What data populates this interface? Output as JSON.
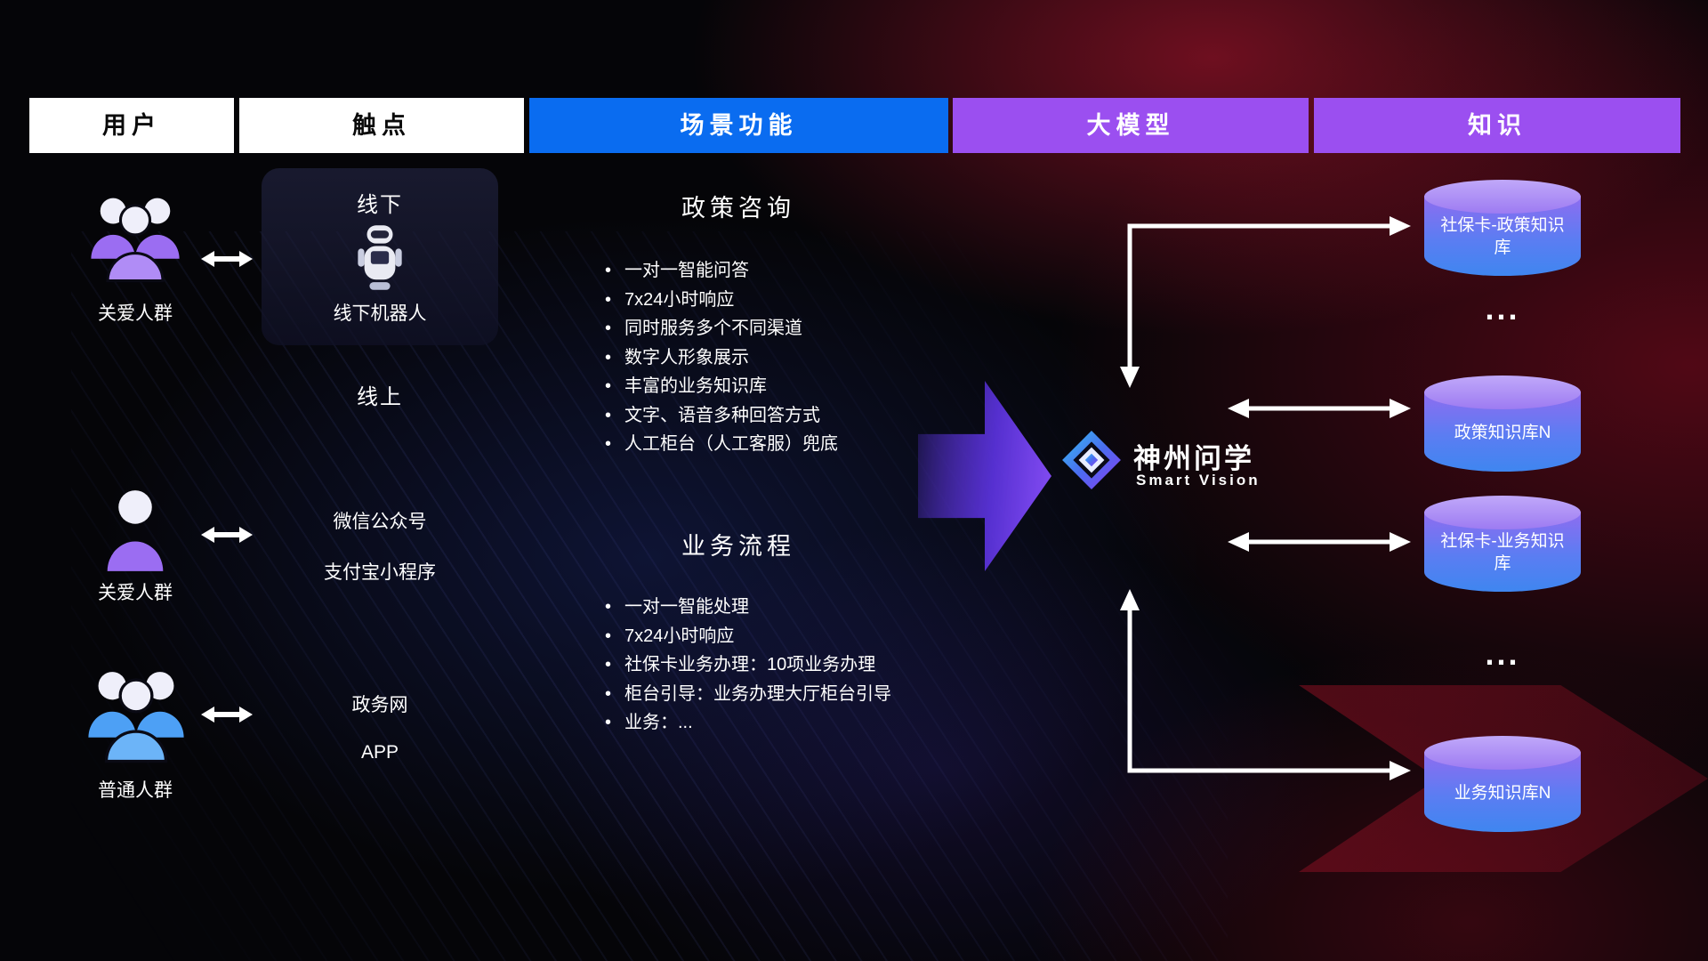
{
  "header": {
    "columns": [
      {
        "label": "用户"
      },
      {
        "label": "触点"
      },
      {
        "label": "场景功能"
      },
      {
        "label": "大模型"
      },
      {
        "label": "知识"
      }
    ]
  },
  "users": [
    {
      "label": "关爱人群"
    },
    {
      "label": "关爱人群"
    },
    {
      "label": "普通人群"
    }
  ],
  "touchpoints": {
    "offline_title": "线下",
    "offline_device": "线下机器人",
    "online_title": "线上",
    "wechat": "微信公众号",
    "alipay": "支付宝小程序",
    "gov_web": "政务网",
    "app": "APP"
  },
  "scenarios": [
    {
      "title": "政策咨询",
      "items": [
        "一对一智能问答",
        "7x24小时响应",
        "同时服务多个不同渠道",
        "数字人形象展示",
        "丰富的业务知识库",
        "文字、语音多种回答方式",
        "人工柜台（人工客服）兜底"
      ]
    },
    {
      "title": "业务流程",
      "items": [
        "一对一智能处理",
        "7x24小时响应",
        "社保卡业务办理：10项业务办理",
        "柜台引导：业务办理大厅柜台引导",
        "业务：..."
      ]
    }
  ],
  "model": {
    "name": "神州问学",
    "subtitle": "Smart Vision"
  },
  "knowledge": {
    "db1": "社保卡-政策知识库",
    "dots1": "...",
    "db2": "政策知识库N",
    "db3": "社保卡-业务知识库",
    "dots2": "...",
    "db4": "业务知识库N"
  },
  "colors": {
    "header_blue": "#0a6cf0",
    "header_purple": "#9b4ff0",
    "user_purple": "#9b6df2",
    "user_blue": "#4da0f5",
    "cylinder_top": "#b49af8",
    "cylinder_body_top": "#8f6cf0",
    "cylinder_body_bottom": "#3f86f0",
    "arrow_white": "#ffffff",
    "accent_red": "#c01030",
    "flow_arrow_purple": "#7c3aed"
  }
}
